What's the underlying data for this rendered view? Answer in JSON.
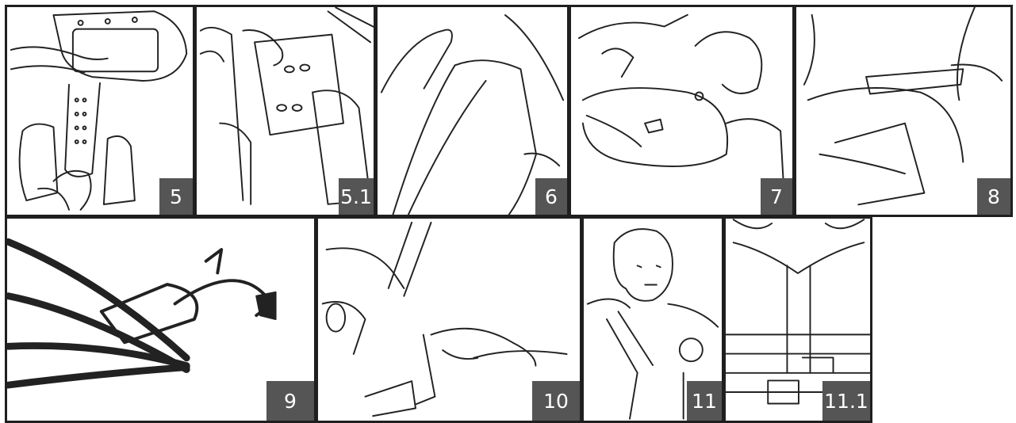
{
  "steps": [
    {
      "label": "5"
    },
    {
      "label": "5.1"
    },
    {
      "label": "6"
    },
    {
      "label": "7"
    },
    {
      "label": "8"
    },
    {
      "label": "9"
    },
    {
      "label": "10"
    },
    {
      "label": "11"
    },
    {
      "label": "11.1"
    }
  ]
}
